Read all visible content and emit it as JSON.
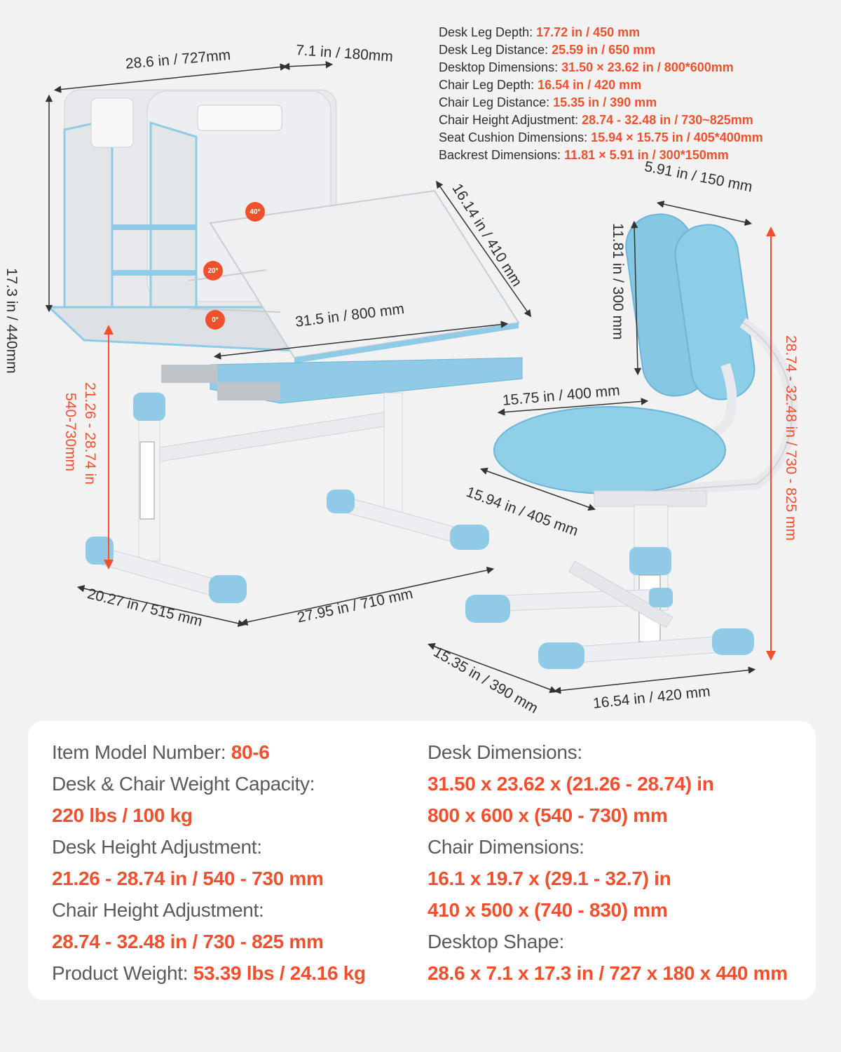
{
  "specs": [
    {
      "label": "Desk Leg Depth:",
      "value": "17.72 in / 450 mm"
    },
    {
      "label": "Desk Leg Distance:",
      "value": "25.59 in / 650 mm"
    },
    {
      "label": "Desktop Dimensions:",
      "value": "31.50 × 23.62 in / 800*600mm"
    },
    {
      "label": "Chair Leg Depth:",
      "value": "16.54 in / 420 mm"
    },
    {
      "label": "Chair Leg Distance:",
      "value": "15.35 in / 390 mm"
    },
    {
      "label": "Chair Height Adjustment:",
      "value": "28.74 - 32.48 in  / 730~825mm"
    },
    {
      "label": "Seat Cushion Dimensions:",
      "value": "15.94 × 15.75 in / 405*400mm"
    },
    {
      "label": "Backrest Dimensions:",
      "value": "11.81 × 5.91 in / 300*150mm"
    }
  ],
  "dims": {
    "desk_width": "28.6 in / 727mm",
    "shelf_depth": "7.1 in / 180mm",
    "shelf_height": "17.3 in / 440mm",
    "desktop_depth": "16.14 in / 410 mm",
    "desktop_width": "31.5 in / 800 mm",
    "desk_height_in": "21.26 - 28.74 in",
    "desk_height_mm": "540-730mm",
    "desk_leg_depth": "20.27 in / 515 mm",
    "desk_leg_distance": "27.95 in / 710 mm",
    "backrest_width": "5.91 in / 150 mm",
    "backrest_height": "11.81 in / 300 mm",
    "seat_width": "15.75 in / 400 mm",
    "seat_depth": "15.94 in / 405 mm",
    "chair_height": "28.74 - 32.48 in / 730 - 825 mm",
    "chair_leg_depth": "15.35 in / 390 mm",
    "chair_leg_width": "16.54 in / 420 mm"
  },
  "angles": [
    "40°",
    "20°",
    "0°"
  ],
  "summary": {
    "model_label": "Item Model Number:",
    "model_value": "80-6",
    "capacity_label": "Desk & Chair Weight Capacity:",
    "capacity_value": "220 lbs / 100 kg",
    "desk_adj_label": "Desk Height Adjustment:",
    "desk_adj_value": "21.26 - 28.74 in / 540 - 730 mm",
    "chair_adj_label": "Chair Height Adjustment:",
    "chair_adj_value": "28.74 - 32.48 in / 730 - 825 mm",
    "weight_label": "Product Weight:",
    "weight_value": "53.39 lbs / 24.16 kg",
    "desk_dim_label": "Desk Dimensions:",
    "desk_dim_in": "31.50 x 23.62 x (21.26 - 28.74) in",
    "desk_dim_mm": "800 x 600 x (540 - 730) mm",
    "chair_dim_label": "Chair Dimensions:",
    "chair_dim_in": "16.1 x 19.7 x (29.1 - 32.7) in",
    "chair_dim_mm": "410 x 500 x (740 - 830) mm",
    "shape_label": "Desktop Shape:",
    "shape_value": "28.6 x 7.1 x 17.3 in / 727 x 180 x 440 mm"
  },
  "colors": {
    "accent": "#f0502d",
    "blue": "#7cc6e6",
    "panel": "#e9ebee"
  }
}
